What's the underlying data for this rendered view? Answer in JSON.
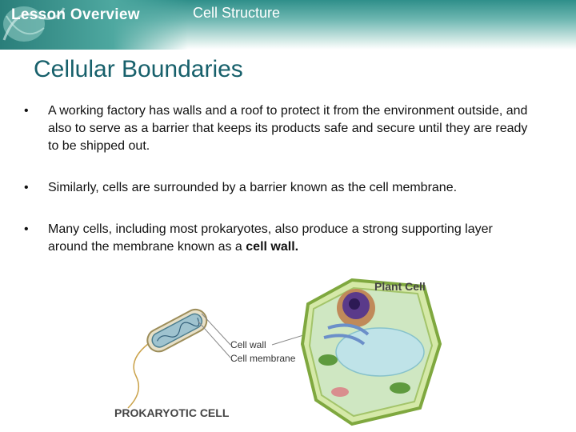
{
  "header": {
    "lesson_label": "Lesson Overview",
    "topic_label": "Cell Structure"
  },
  "slide": {
    "title": "Cellular Boundaries",
    "bullets": [
      {
        "bullet": "•",
        "text": "A working factory has walls and a roof to protect it from the environment outside, and also to serve as a barrier that keeps its products safe and secure until they are ready to be shipped out."
      },
      {
        "bullet": "•",
        "text": "Similarly, cells are surrounded by a barrier known as the cell membrane."
      },
      {
        "bullet": "•",
        "text_before": "Many cells, including most prokaryotes, also produce a strong supporting layer around the membrane known as a ",
        "text_bold": "cell wall."
      }
    ]
  },
  "figure": {
    "plant_cell_label": "Plant Cell",
    "prokaryotic_cell_label": "PROKARYOTIC CELL",
    "cell_wall_label": "Cell wall",
    "cell_membrane_label": "Cell membrane"
  },
  "colors": {
    "header_teal": "#2f8f8a",
    "title_teal": "#17606b"
  }
}
